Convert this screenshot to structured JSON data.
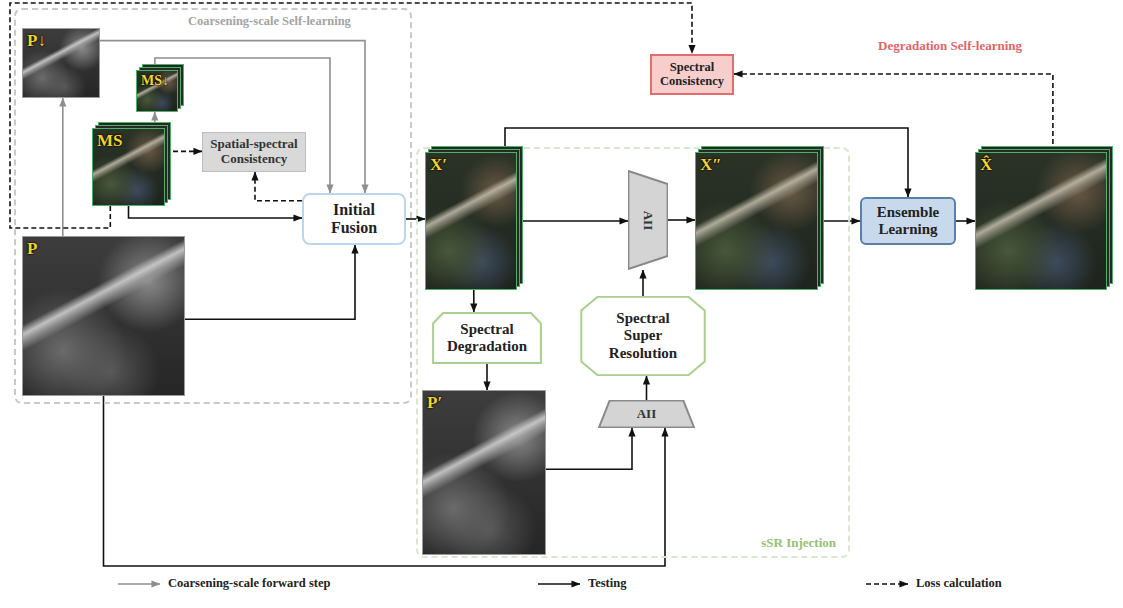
{
  "diagram": {
    "nodes": [
      {
        "text": [
          "Coarsening-scale Self-learning"
        ]
      },
      {
        "text": [
          "P↓"
        ],
        "in": 0
      },
      {
        "text": [
          "MS↓"
        ],
        "in": 0
      },
      {
        "text": [
          "MS"
        ],
        "in": 0
      },
      {
        "text": [
          "Spatial-spectral Consistency"
        ],
        "in": 0
      },
      {
        "text": [
          "P"
        ],
        "in": 0
      },
      {
        "text": [
          "Initial Fusion"
        ],
        "in": 0
      },
      {
        "text": [
          "Spectral Consistency"
        ]
      },
      {
        "text": [
          "sSR Injection"
        ]
      },
      {
        "text": [
          "X′"
        ],
        "in": 8
      },
      {
        "text": [
          "AII"
        ],
        "in": 8
      },
      {
        "text": [
          "X″"
        ],
        "in": 8
      },
      {
        "text": [
          "Spectral Degradation"
        ],
        "in": 8
      },
      {
        "text": [
          "Spectral Super Resolution"
        ],
        "in": 8
      },
      {
        "text": [
          "P′"
        ],
        "in": 8
      },
      {
        "text": [
          "AII"
        ],
        "in": 8
      },
      {
        "text": [
          "Ensemble Learning"
        ]
      },
      {
        "text": [
          "X̂"
        ]
      }
    ],
    "edges": [
      {
        "from": 5,
        "to": 1,
        "arrow": "to"
      },
      {
        "from": 3,
        "to": 2,
        "arrow": "to"
      },
      {
        "from": 1,
        "to": 6,
        "arrow": "to"
      },
      {
        "from": 2,
        "to": 6,
        "arrow": "to"
      },
      {
        "from": 3,
        "to": 6,
        "arrow": "to"
      },
      {
        "from": 5,
        "to": 6,
        "arrow": "to"
      },
      {
        "from": 3,
        "to": 4,
        "arrow": "to"
      },
      {
        "from": 6,
        "to": 4,
        "arrow": "to"
      },
      {
        "from": 6,
        "to": 9,
        "arrow": "to"
      },
      {
        "from": 9,
        "to": 10,
        "arrow": "to"
      },
      {
        "from": 10,
        "to": 11,
        "arrow": "to"
      },
      {
        "from": 9,
        "to": 12,
        "arrow": "to"
      },
      {
        "from": 12,
        "to": 14,
        "arrow": "to"
      },
      {
        "from": 14,
        "to": 15,
        "arrow": "to"
      },
      {
        "from": 5,
        "to": 15,
        "arrow": "to"
      },
      {
        "from": 15,
        "to": 13,
        "arrow": "to"
      },
      {
        "from": 13,
        "to": 10,
        "arrow": "to"
      },
      {
        "from": 9,
        "to": 16,
        "arrow": "to"
      },
      {
        "from": 11,
        "to": 16,
        "arrow": "to"
      },
      {
        "from": 16,
        "to": 17,
        "arrow": "to"
      },
      {
        "from": 17,
        "to": 7,
        "arrow": "to"
      },
      {
        "from": 3,
        "to": 7,
        "arrow": "to"
      }
    ],
    "labels": [
      "Degradation Self-learning"
    ],
    "legend": [
      {
        "text": "Coarsening-scale forward step"
      },
      {
        "text": "Testing"
      },
      {
        "text": "Loss calculation"
      }
    ]
  }
}
